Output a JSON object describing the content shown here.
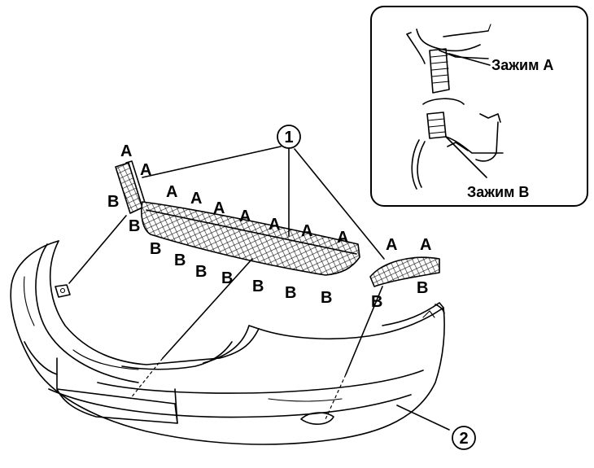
{
  "callouts": [
    {
      "number": "1"
    },
    {
      "number": "2"
    }
  ],
  "inset": {
    "clip_a_label": "Зажим A",
    "clip_b_label": "Зажим B"
  },
  "clips": {
    "a": "A",
    "b": "B"
  }
}
